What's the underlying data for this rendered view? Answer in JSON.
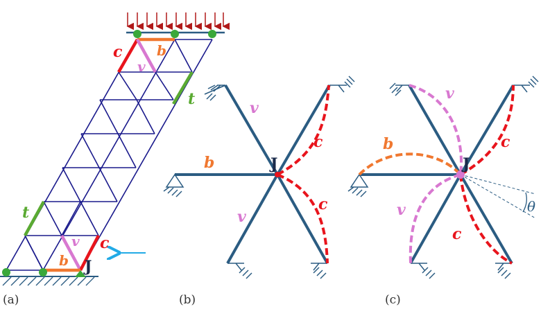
{
  "panels": {
    "a": {
      "caption": "(a)"
    },
    "b": {
      "caption": "(b)"
    },
    "c": {
      "caption": "(c)"
    }
  },
  "labels": {
    "c": "c",
    "b": "b",
    "v": "v",
    "t": "t",
    "joint": "J",
    "theta": "θ"
  },
  "colors": {
    "frame": "#1a1a8c",
    "member": "#2b5c82",
    "c": "#e8141c",
    "b": "#f07830",
    "v": "#d878d0",
    "t": "#5aaa32",
    "node": "#3aa83a",
    "load": "#b01818",
    "arrow": "#22aae6",
    "hatch": "#2b5c82"
  }
}
